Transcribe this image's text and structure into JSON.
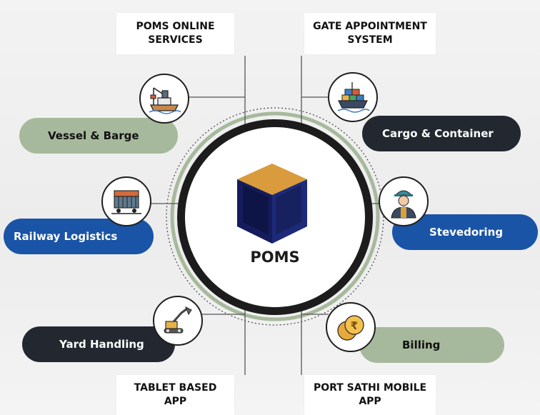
{
  "hub": {
    "label": "POMS"
  },
  "boxes": {
    "poms_online": "POMS ONLINE\nSERVICES",
    "gate_appointment": "GATE APPOINTMENT\nSYSTEM",
    "tablet_app": "TABLET BASED\nAPP",
    "port_sathi": "PORT SATHI MOBILE\nAPP"
  },
  "modules": {
    "vessel": {
      "label": "Vessel & Barge",
      "icon": "ship-crane-icon"
    },
    "cargo": {
      "label": "Cargo & Container",
      "icon": "container-ship-icon"
    },
    "railway": {
      "label": "Railway Logistics",
      "icon": "railway-wagon-icon"
    },
    "stevedoring": {
      "label": "Stevedoring",
      "icon": "worker-icon"
    },
    "yard": {
      "label": "Yard Handling",
      "icon": "excavator-icon"
    },
    "billing": {
      "label": "Billing",
      "icon": "rupee-coins-icon"
    }
  },
  "colors": {
    "green": "#a7b99c",
    "dark": "#222730",
    "blue": "#1a54a6",
    "cube_top": "#d99b3b",
    "cube_side": "#141c5c"
  }
}
